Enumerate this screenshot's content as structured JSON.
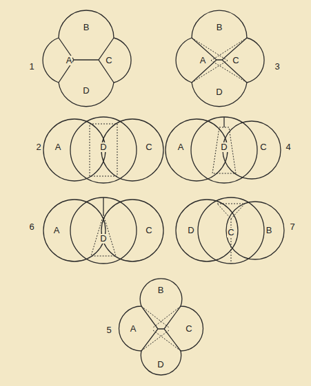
{
  "diagram": {
    "labels": [
      "1",
      "A",
      "B",
      "C",
      "D",
      "B",
      "A",
      "C",
      "D",
      "3",
      "2",
      "A",
      "D",
      "C",
      "A",
      "D",
      "C",
      "4",
      "6",
      "A",
      "D",
      "C",
      "D",
      "C",
      "B",
      "7",
      "B",
      "5",
      "A",
      "C",
      "D"
    ]
  }
}
